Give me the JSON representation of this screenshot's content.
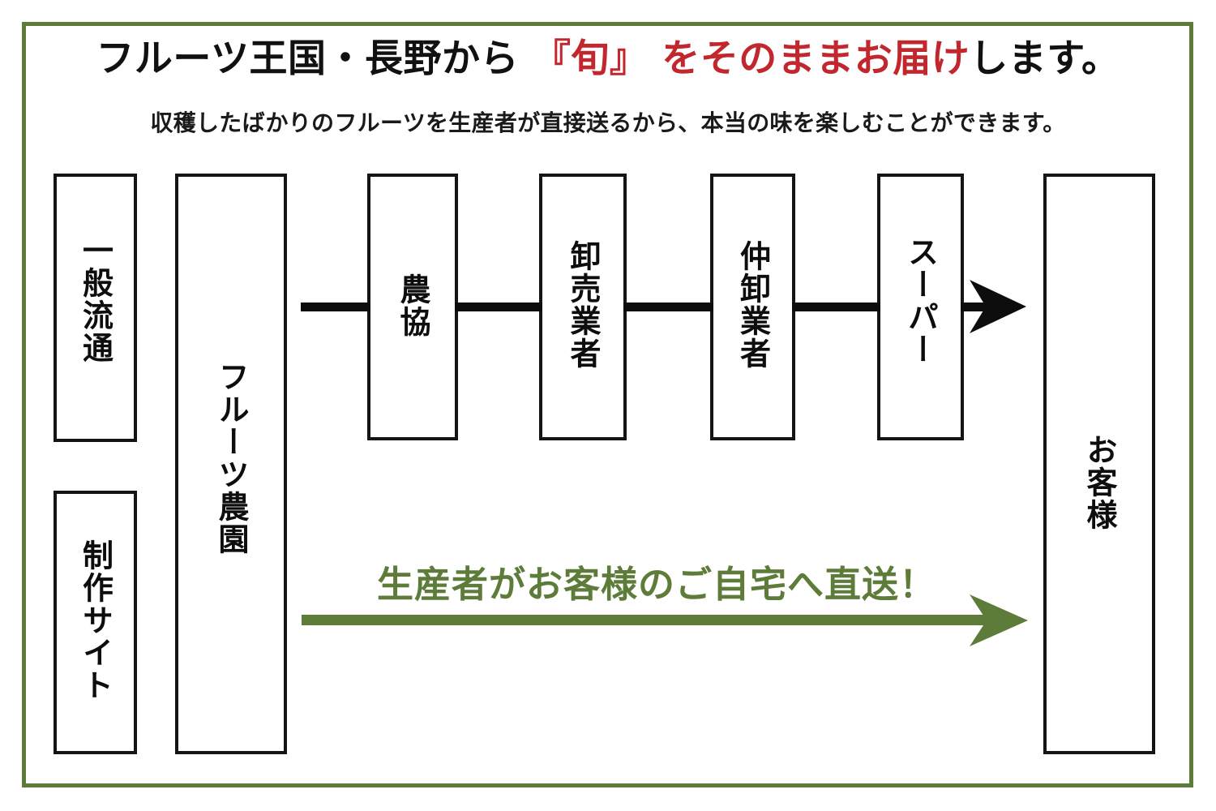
{
  "headline": {
    "lead": "フルーツ王国・長野から ",
    "highlight": "『旬』 をそのままお届け",
    "tail": "します。"
  },
  "subheadline": "収穫したばかりのフルーツを生産者が直接送るから、本当の味を楽しむことができます。",
  "colors": {
    "frame_green": "#5d7b39",
    "accent_red": "#c1272d",
    "box_border_black": "#141414",
    "background": "#ffffff"
  },
  "labels": {
    "general_distribution": "一般流通",
    "production_site": "制作サイト",
    "fruit_farm": "フルーツ農園",
    "agricultural_cooperative": "農協",
    "wholesaler": "卸売業者",
    "intermediate_wholesaler": "仲卸業者",
    "supermarket": "スーパー",
    "customer": "お客様"
  },
  "green_flow": {
    "caption": "生産者がお客様のご自宅へ直送！"
  },
  "chart_data": {
    "type": "diagram",
    "title": "フルーツ王国・長野から『旬』をそのままお届けします。",
    "rows": [
      {
        "row_label": "一般流通",
        "path": [
          "フルーツ農園",
          "農協",
          "卸売業者",
          "仲卸業者",
          "スーパー",
          "お客様"
        ],
        "arrow_color": "#141414"
      },
      {
        "row_label": "制作サイト",
        "path": [
          "フルーツ農園",
          "お客様"
        ],
        "annotation": "生産者がお客様のご自宅へ直送！",
        "arrow_color": "#5d7b39"
      }
    ]
  }
}
